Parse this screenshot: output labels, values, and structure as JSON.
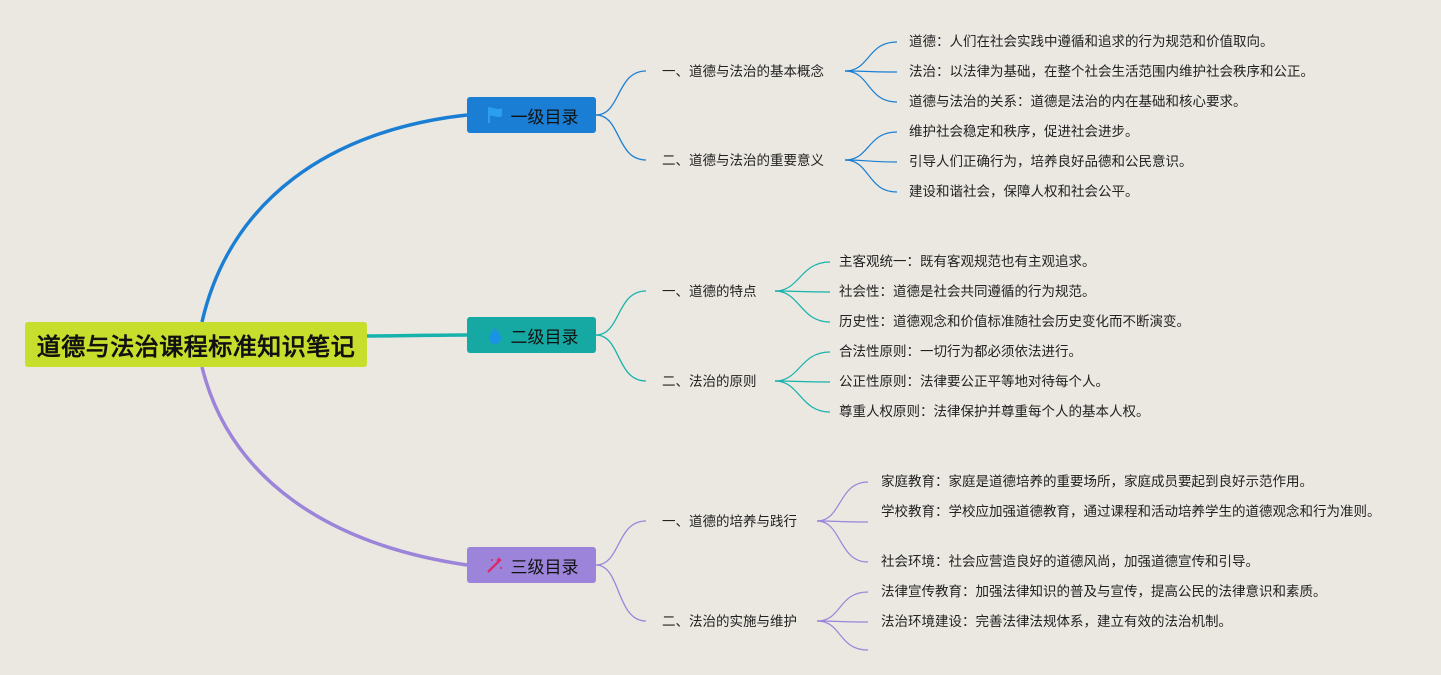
{
  "root": {
    "title": "道德与法治课程标准知识笔记",
    "color": "#c8de2c"
  },
  "sections": [
    {
      "label": "一级目录",
      "icon": "flag-icon",
      "color": "#1a7fd4",
      "line_color": "#1a7fd4",
      "children": [
        {
          "label": "一、道德与法治的基本概念",
          "leaves": [
            "道德：人们在社会实践中遵循和追求的行为规范和价值取向。",
            "法治：以法律为基础，在整个社会生活范围内维护社会秩序和公正。",
            "道德与法治的关系：道德是法治的内在基础和核心要求。"
          ]
        },
        {
          "label": "二、道德与法治的重要意义",
          "leaves": [
            "维护社会稳定和秩序，促进社会进步。",
            "引导人们正确行为，培养良好品德和公民意识。",
            "建设和谐社会，保障人权和社会公平。"
          ]
        }
      ]
    },
    {
      "label": "二级目录",
      "icon": "water-drop-icon",
      "color": "#16a9a4",
      "line_color": "#16b3ad",
      "children": [
        {
          "label": "一、道德的特点",
          "leaves": [
            "主客观统一：既有客观规范也有主观追求。",
            "社会性：道德是社会共同遵循的行为规范。",
            "历史性：道德观念和价值标准随社会历史变化而不断演变。"
          ]
        },
        {
          "label": "二、法治的原则",
          "leaves": [
            "合法性原则：一切行为都必须依法进行。",
            "公正性原则：法律要公正平等地对待每个人。",
            "尊重人权原则：法律保护并尊重每个人的基本人权。"
          ]
        }
      ]
    },
    {
      "label": "三级目录",
      "icon": "magic-wand-icon",
      "color": "#9b84d9",
      "line_color": "#9b84d9",
      "children": [
        {
          "label": "一、道德的培养与践行",
          "leaves": [
            "家庭教育：家庭是道德培养的重要场所，家庭成员要起到良好示范作用。",
            "学校教育：学校应加强道德教育，通过课程和活动培养学生的道德观念和行为准则。",
            "社会环境：社会应营造良好的道德风尚，加强道德宣传和引导。"
          ]
        },
        {
          "label": "二、法治的实施与维护",
          "leaves": [
            "法律宣传教育：加强法律知识的普及与宣传，提高公民的法律意识和素质。",
            "法治环境建设：完善法律法规体系，建立有效的法治机制。",
            ""
          ]
        }
      ]
    }
  ]
}
